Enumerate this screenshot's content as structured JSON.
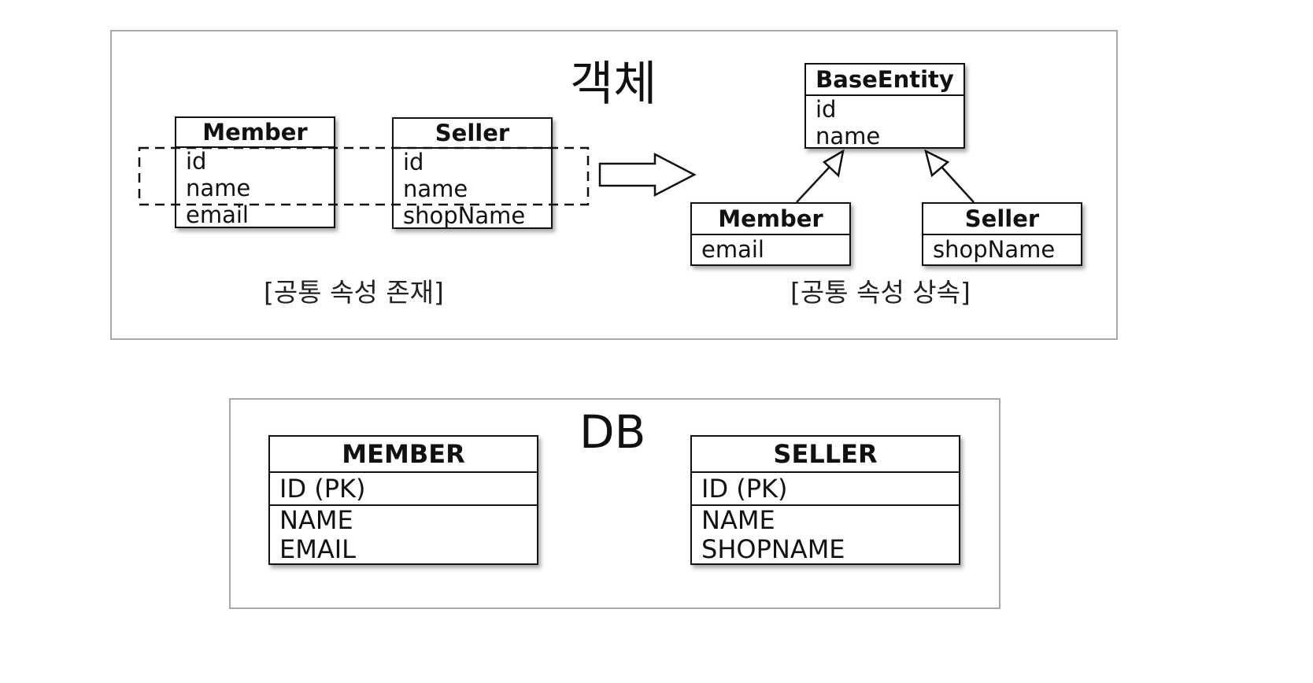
{
  "object_panel": {
    "title": "객체",
    "left_group": {
      "member": {
        "header": "Member",
        "fields": [
          "id",
          "name",
          "email"
        ]
      },
      "seller": {
        "header": "Seller",
        "fields": [
          "id",
          "name",
          "shopName"
        ]
      },
      "caption": "[공통 속성 존재]"
    },
    "right_group": {
      "base": {
        "header": "BaseEntity",
        "fields": [
          "id",
          "name"
        ]
      },
      "member": {
        "header": "Member",
        "fields": [
          "email"
        ]
      },
      "seller": {
        "header": "Seller",
        "fields": [
          "shopName"
        ]
      },
      "caption": "[공통 속성 상속]"
    }
  },
  "db_panel": {
    "title": "DB",
    "member_table": {
      "header": "MEMBER",
      "pk": "ID (PK)",
      "fields": [
        "NAME",
        "EMAIL"
      ]
    },
    "seller_table": {
      "header": "SELLER",
      "pk": "ID (PK)",
      "fields": [
        "NAME",
        "SHOPNAME"
      ]
    }
  }
}
